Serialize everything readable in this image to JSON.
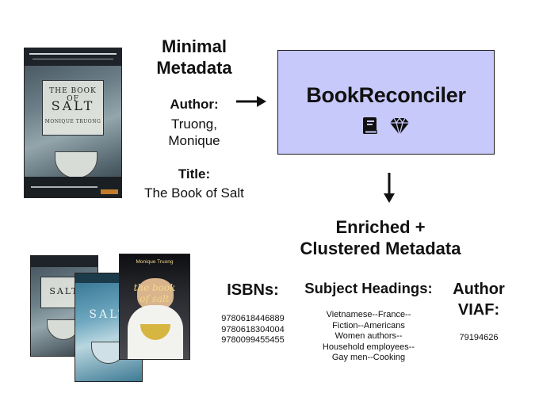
{
  "input": {
    "heading_line1": "Minimal",
    "heading_line2": "Metadata",
    "author_label": "Author:",
    "author_line1": "Truong,",
    "author_line2": "Monique",
    "title_label": "Title:",
    "title_value": "The Book of Salt"
  },
  "reconciler": {
    "title": "BookReconciler",
    "icons": [
      "book-icon",
      "gem-icon"
    ],
    "background": "#c8c9fb"
  },
  "output": {
    "heading_line1": "Enriched +",
    "heading_line2": "Clustered Metadata",
    "isbns_label": "ISBNs:",
    "isbns": [
      "9780618446889",
      "9780618304004",
      "9780099455455"
    ],
    "subjects_label": "Subject Headings:",
    "subjects": [
      "Vietnamese--France--",
      "Fiction--Americans",
      "Women authors--",
      "Household employees--",
      "Gay men--Cooking"
    ],
    "viaf_label_line1": "Author",
    "viaf_label_line2": "VIAF:",
    "viaf": "79194626"
  },
  "covers": {
    "main_title_line1": "THE BOOK OF",
    "main_title_line2": "SALT",
    "main_author": "MONIQUE TRUONG",
    "alt_author": "Monique Truong",
    "alt_title_line1": "the book",
    "alt_title_line2": "of salt"
  }
}
